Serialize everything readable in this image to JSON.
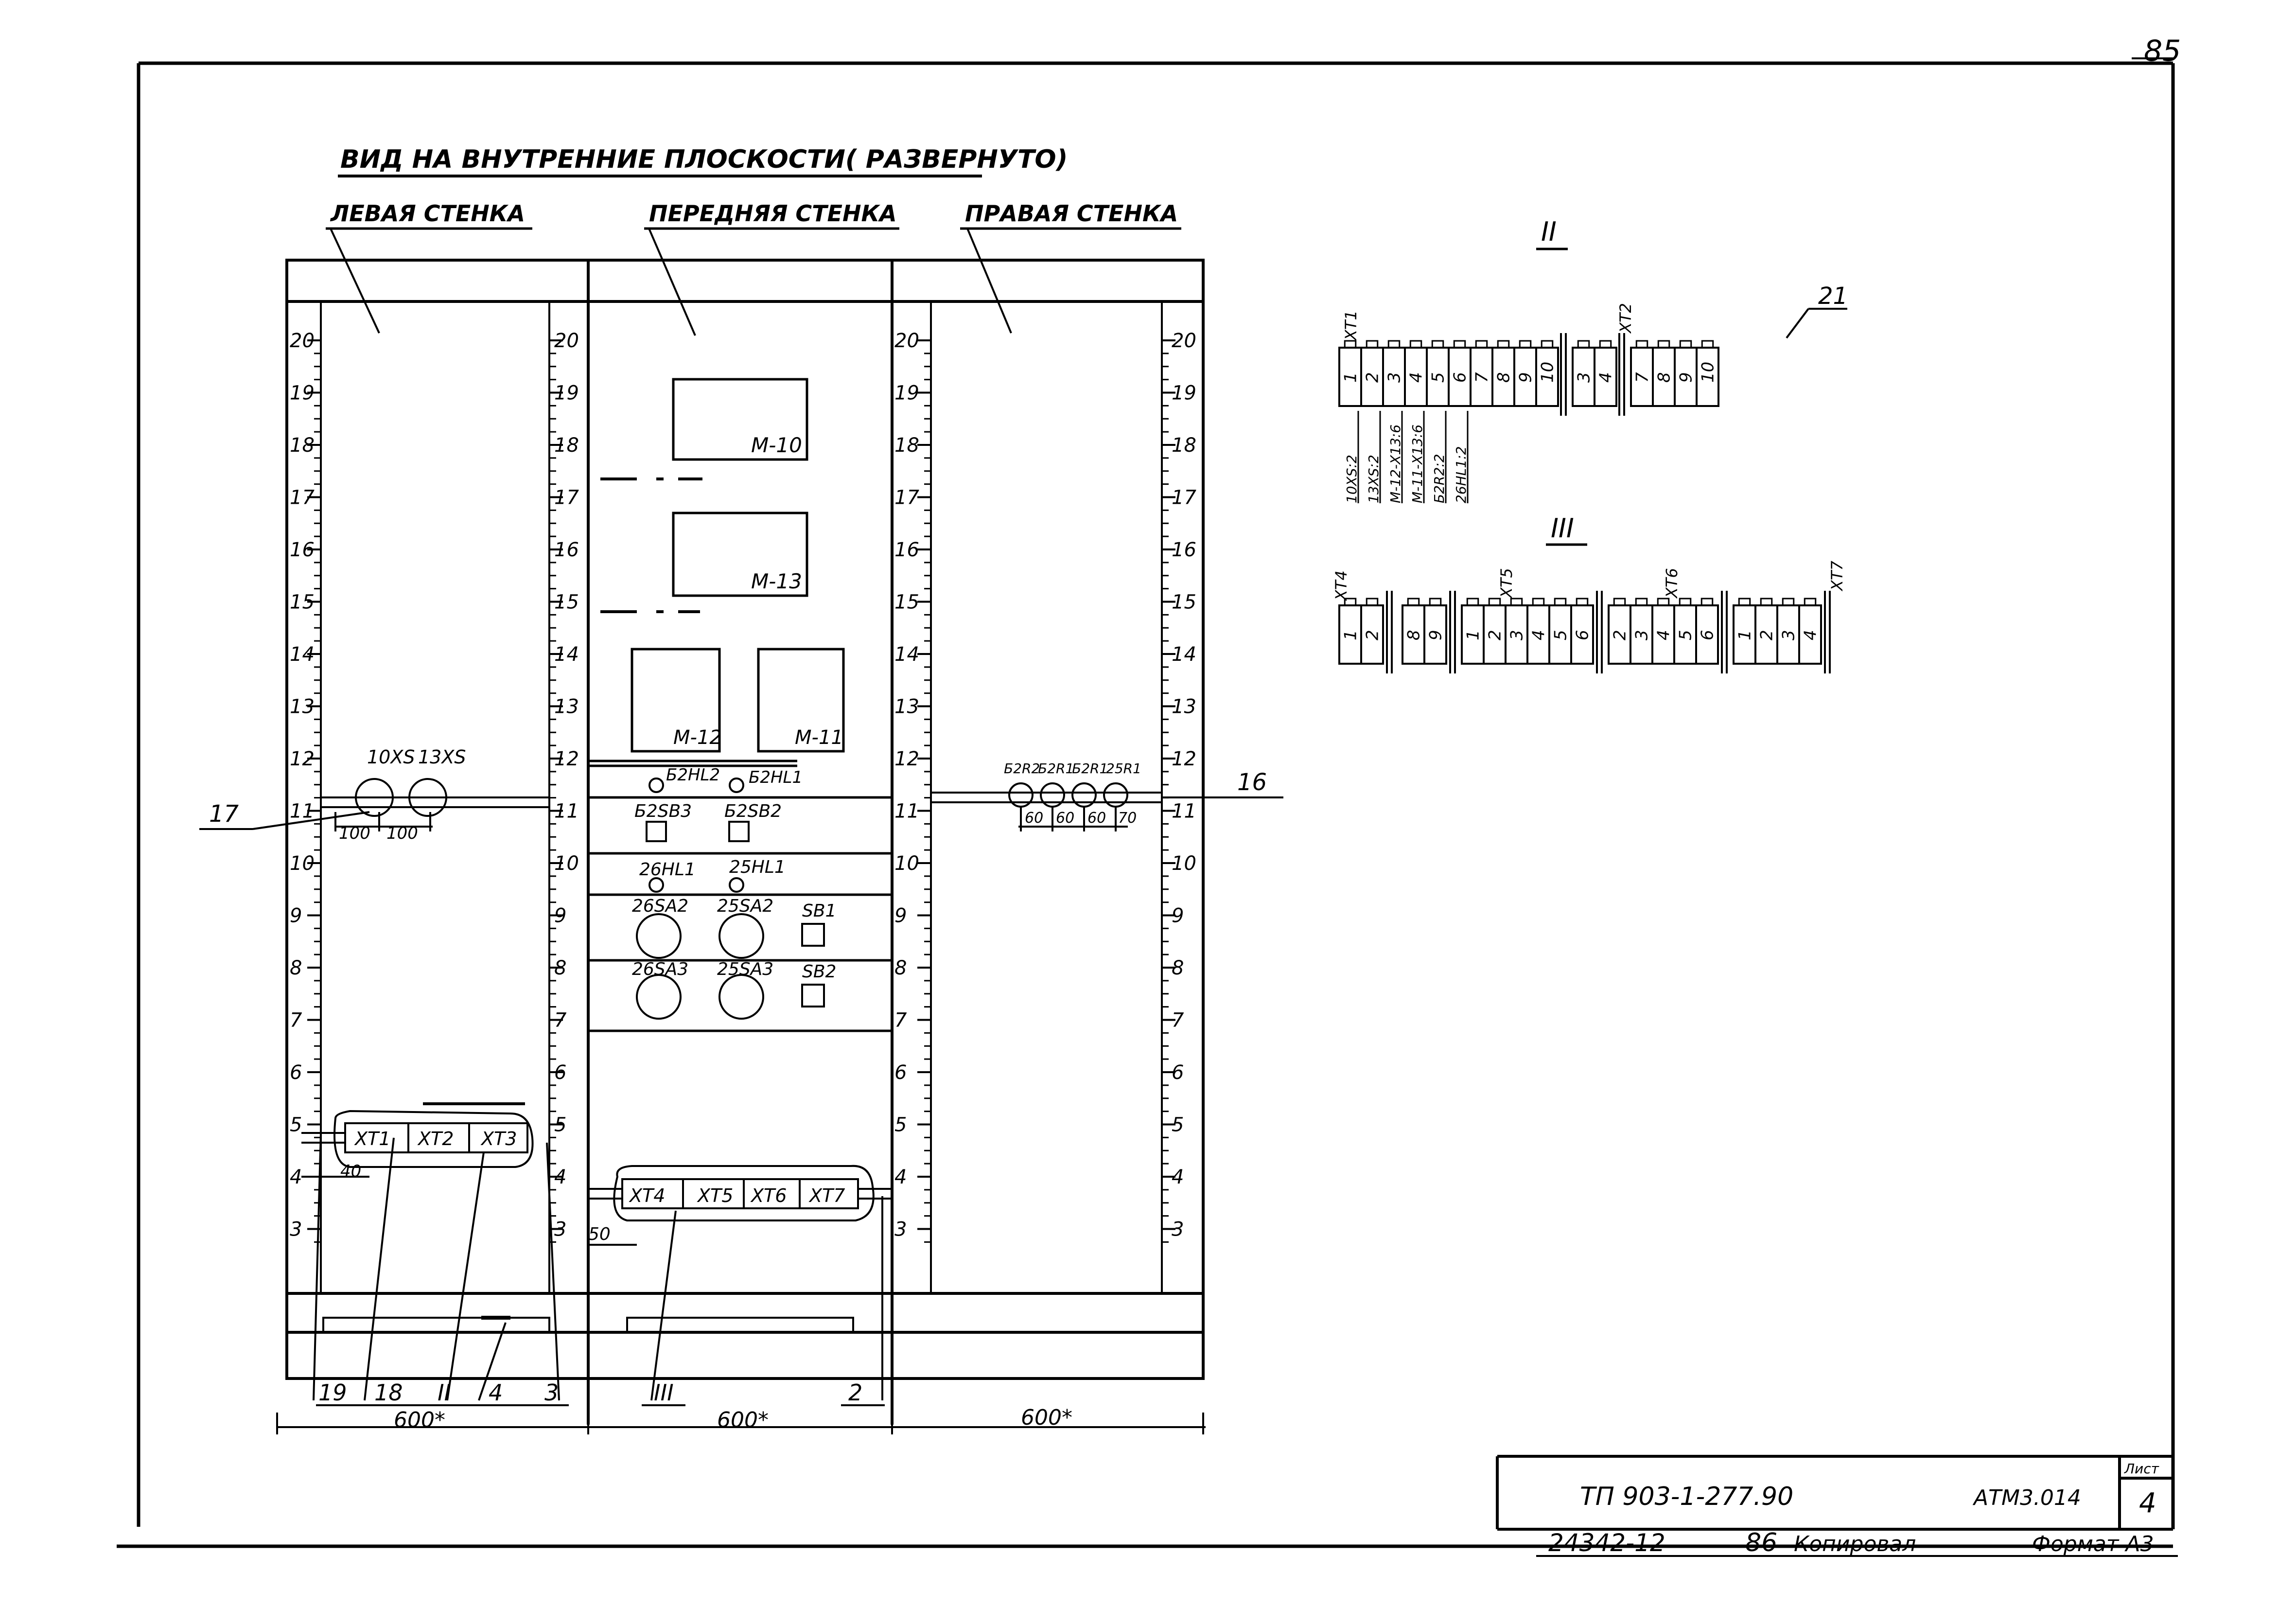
{
  "sheet_number_top": "85",
  "title": "ВИД НА ВНУТРЕННИЕ ПЛОСКОСТИ( РАЗВЕРНУТО)",
  "walls": {
    "left": "ЛЕВАЯ СТЕНКА",
    "front": "ПЕРЕДНЯЯ СТЕНКА",
    "right": "ПРАВАЯ СТЕНКА"
  },
  "scale_numbers": [
    "20",
    "19",
    "18",
    "17",
    "16",
    "15",
    "14",
    "13",
    "12",
    "11",
    "10",
    "9",
    "8",
    "7",
    "6",
    "5",
    "4",
    "3"
  ],
  "front_panel": {
    "devices": [
      "М-10",
      "М-13",
      "М-12",
      "М-11"
    ],
    "lamps_row1": [
      "Б2HL2",
      "Б2HL1"
    ],
    "buttons_row1": [
      "Б2SB3",
      "Б2SB2"
    ],
    "lamps_row2": [
      "26HL1",
      "25HL1"
    ],
    "switches_row1": [
      "26SA2",
      "25SA2",
      "SB1"
    ],
    "switches_row2": [
      "26SA3",
      "25SA3",
      "SB2"
    ]
  },
  "left_wall": {
    "sockets": [
      "10XS",
      "13XS"
    ],
    "dims": [
      "100",
      "100"
    ],
    "terminal_blocks": [
      "XT1",
      "XT2",
      "XT3"
    ],
    "dim_bottom": "40"
  },
  "right_wall": {
    "resistors": [
      "Б2R2",
      "Б2R1",
      "Б2R1",
      "25R1"
    ],
    "dims": [
      "60",
      "60",
      "60",
      "70"
    ]
  },
  "front_terminals": [
    "XT4",
    "XT5",
    "XT6",
    "XT7"
  ],
  "dim_50": "50",
  "callouts": {
    "c17": "17",
    "c16": "16",
    "c21": "21",
    "bottom_left": [
      "19",
      "18",
      "II",
      "4",
      "3"
    ],
    "bottom_mid": [
      "III",
      "2"
    ]
  },
  "widths": [
    "600*",
    "600*",
    "600*"
  ],
  "detail_II": {
    "label": "II",
    "block_labels": [
      "XT1",
      "XT2"
    ],
    "cells_a": [
      "1",
      "2",
      "3",
      "4",
      "5",
      "6",
      "7",
      "8",
      "9",
      "10"
    ],
    "cells_b": [
      "3",
      "4"
    ],
    "cells_c": [
      "7",
      "8",
      "9",
      "10"
    ],
    "wire_labels": [
      "10XS:2",
      "13XS:2",
      "М-12-Х13:6",
      "М-11-Х13:6",
      "Б2R2:2",
      "26HL1:2"
    ]
  },
  "detail_III": {
    "label": "III",
    "block_labels": [
      "XT4",
      "XT5",
      "XT6",
      "XT7"
    ],
    "cells_xt4": [
      "1",
      "2",
      "8",
      "9"
    ],
    "cells_xt5": [
      "1",
      "2",
      "3",
      "4",
      "5",
      "6"
    ],
    "cells_xt6": [
      "2",
      "3",
      "4",
      "5",
      "6"
    ],
    "cells_xt7": [
      "1",
      "2",
      "3",
      "4"
    ]
  },
  "stamp": {
    "doc": "ТП 903-1-277.90",
    "code": "АТМ3.014",
    "sheet_label": "Лист",
    "sheet": "4",
    "footer_num": "24342-12",
    "footer_86": "86",
    "copied": "Копировал",
    "format": "Формат А3"
  }
}
